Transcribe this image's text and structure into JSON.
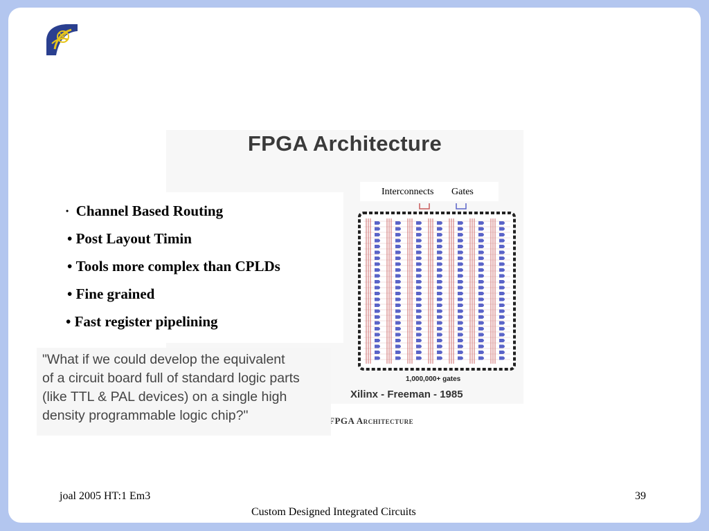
{
  "figure": {
    "title": "FPGA Architecture",
    "legend": {
      "interconnects": "Interconnects",
      "gates": "Gates"
    },
    "chip_caption": "1,000,000+ gates",
    "credit": "Xilinx - Freeman - 1985",
    "sub_caption": "FPGA Architecture"
  },
  "bullets": [
    "Channel Based Routing",
    "Post Layout Timin",
    "Tools more complex than CPLDs",
    "Fine grained",
    "Fast register pipelining"
  ],
  "quote": {
    "lines": [
      "\"What if we could develop the equivalent",
      "of a circuit board full of standard logic parts",
      "(like TTL & PAL devices) on a single high",
      "density programmable logic chip?\""
    ]
  },
  "footer": {
    "left": "joal 2005 HT:1 Em3",
    "page": "39",
    "center": "Custom Designed Integrated Circuits"
  },
  "colors": {
    "background": "#b3c6ef",
    "logo_blue": "#2a3f8f",
    "logo_yellow": "#e7c51b",
    "routing_red": "#c85a5a",
    "gate_blue": "#5a64c8"
  },
  "icons": {
    "logo": "university-shield-icon"
  }
}
